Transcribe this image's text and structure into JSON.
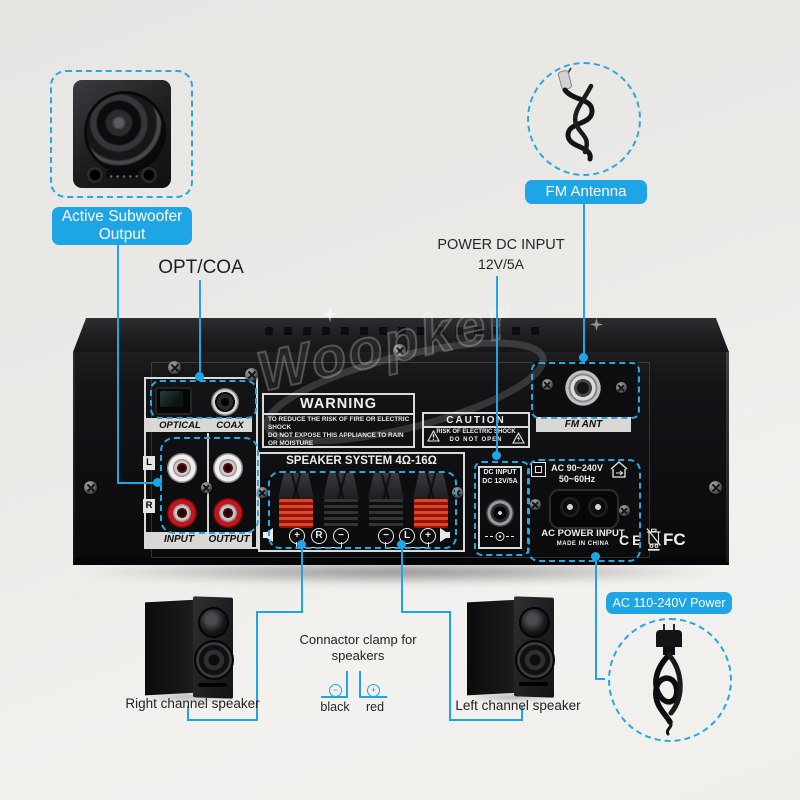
{
  "colors": {
    "accent": "#1ca6e6",
    "amp_black": "#101013",
    "background": "#edebe8"
  },
  "callouts": {
    "subwoofer": {
      "line1": "Active Subwoofer",
      "line2": "Output"
    },
    "fm_antenna": "FM Antenna",
    "opt_coa": "OPT/COA",
    "power_dc": {
      "line1": "POWER DC INPUT",
      "line2": "12V/5A"
    },
    "ac_power": "AC 110-240V Power",
    "right_speaker": "Right channel speaker",
    "left_speaker": "Left channel speaker",
    "clamp_note": {
      "line1": "Connactor clamp for",
      "line2": "speakers"
    },
    "clamp_black": "black",
    "clamp_red": "red",
    "minus_symbol": "−",
    "plus_symbol": "+"
  },
  "panel": {
    "watermark": "Woopker",
    "optical": "OPTICAL",
    "coax": "COAX",
    "input": "INPUT",
    "output": "OUTPUT",
    "left_ch": "L",
    "right_ch": "R",
    "warning": {
      "title": "WARNING",
      "lines": [
        "TO REDUCE THE RISK OF FIRE OR ELECTRIC",
        "SHOCK",
        "DO NOT EXPOSE THIS APPLIANCE TO RAIN",
        "OR MOISTURE"
      ]
    },
    "caution": {
      "title": "CAUTION",
      "line1": "RISK OF ELECTRIC SHOCK",
      "line2": "DO NOT OPEN"
    },
    "speaker_system": "SPEAKER SYSTEM 4Ω-16Ω",
    "terminals": {
      "plus": "+",
      "minus": "−",
      "r": "R",
      "l": "L"
    },
    "dc": {
      "line1": "DC INPUT",
      "line2": "DC 12V/5A"
    },
    "ac": {
      "line1": "AC 90~240V",
      "line2": "50~60Hz",
      "power_input": "AC POWER INPUT",
      "made_in": "MADE IN CHINA"
    },
    "fm_ant": "FM ANT",
    "ce": "CE",
    "fcc": "FC"
  }
}
